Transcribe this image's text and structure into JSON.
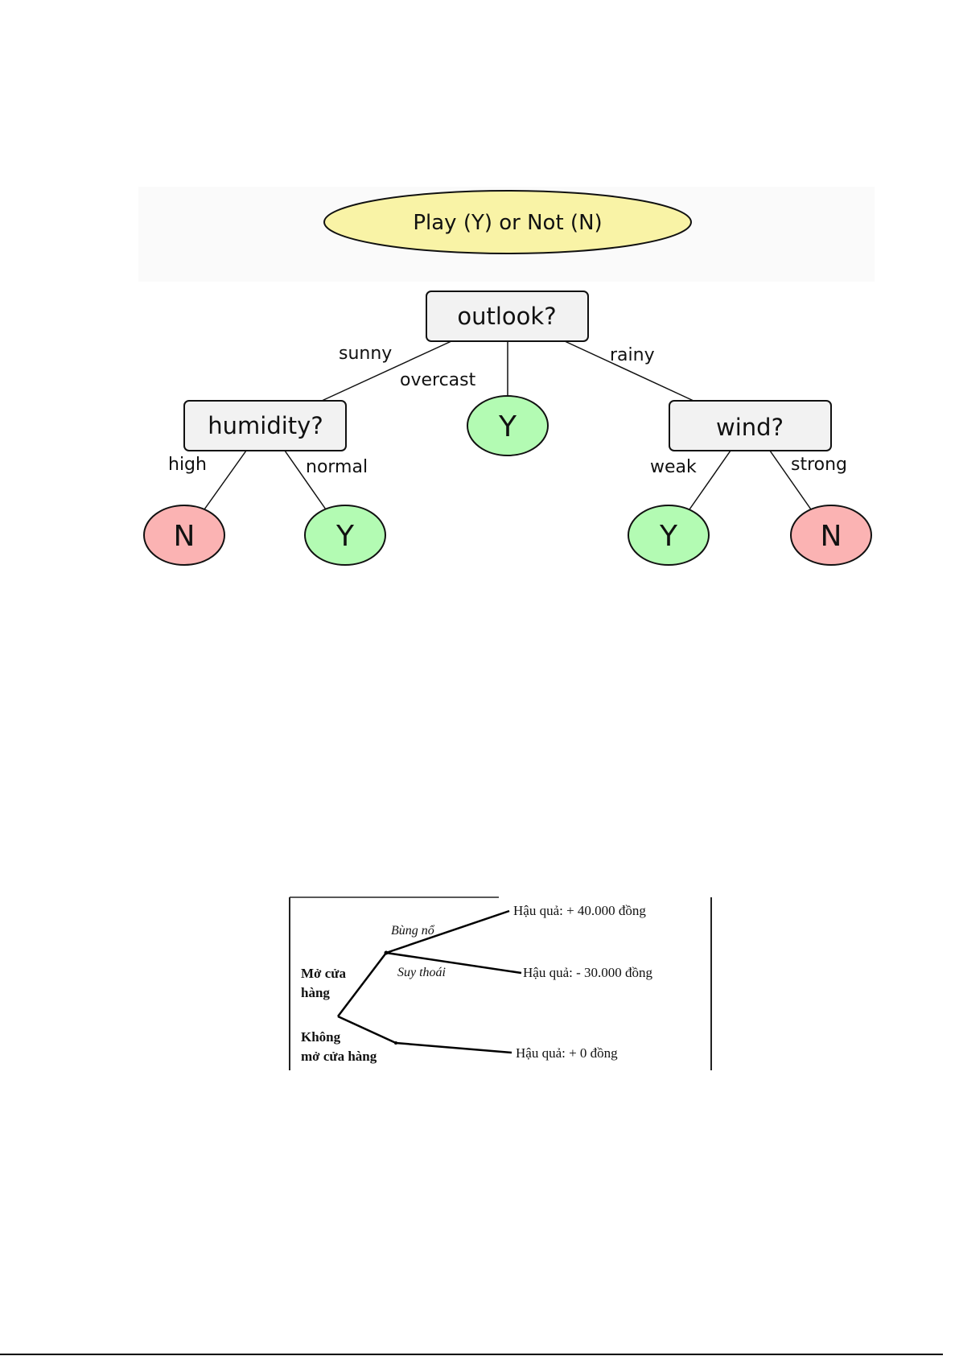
{
  "decision_tree_weather": {
    "root_label": "Play (Y) or Not (N)",
    "colors": {
      "title_fill": "#f9f3a6",
      "box_fill": "#f2f2f2",
      "yes_fill": "#b3fbb3",
      "no_fill": "#fbb3b3",
      "banner_bg": "#fafafa"
    },
    "nodes": {
      "outlook": "outlook?",
      "humidity": "humidity?",
      "wind": "wind?",
      "overcast_leaf": "Y",
      "high_leaf": "N",
      "normal_leaf": "Y",
      "weak_leaf": "Y",
      "strong_leaf": "N"
    },
    "edges": {
      "sunny": "sunny",
      "overcast": "overcast",
      "rainy": "rainy",
      "high": "high",
      "normal": "normal",
      "weak": "weak",
      "strong": "strong"
    }
  },
  "decision_tree_store": {
    "choices": {
      "open_line1": "Mở cửa",
      "open_line2": "hàng",
      "not_open_line1": "Không",
      "not_open_line2": "mở cửa hàng"
    },
    "states": {
      "boom": "Bùng nổ",
      "recession": "Suy thoái"
    },
    "outcomes": {
      "boom": "Hậu quả: + 40.000 đồng",
      "recession": "Hậu quả: - 30.000 đồng",
      "not_open": "Hậu quả: + 0 đồng"
    }
  }
}
